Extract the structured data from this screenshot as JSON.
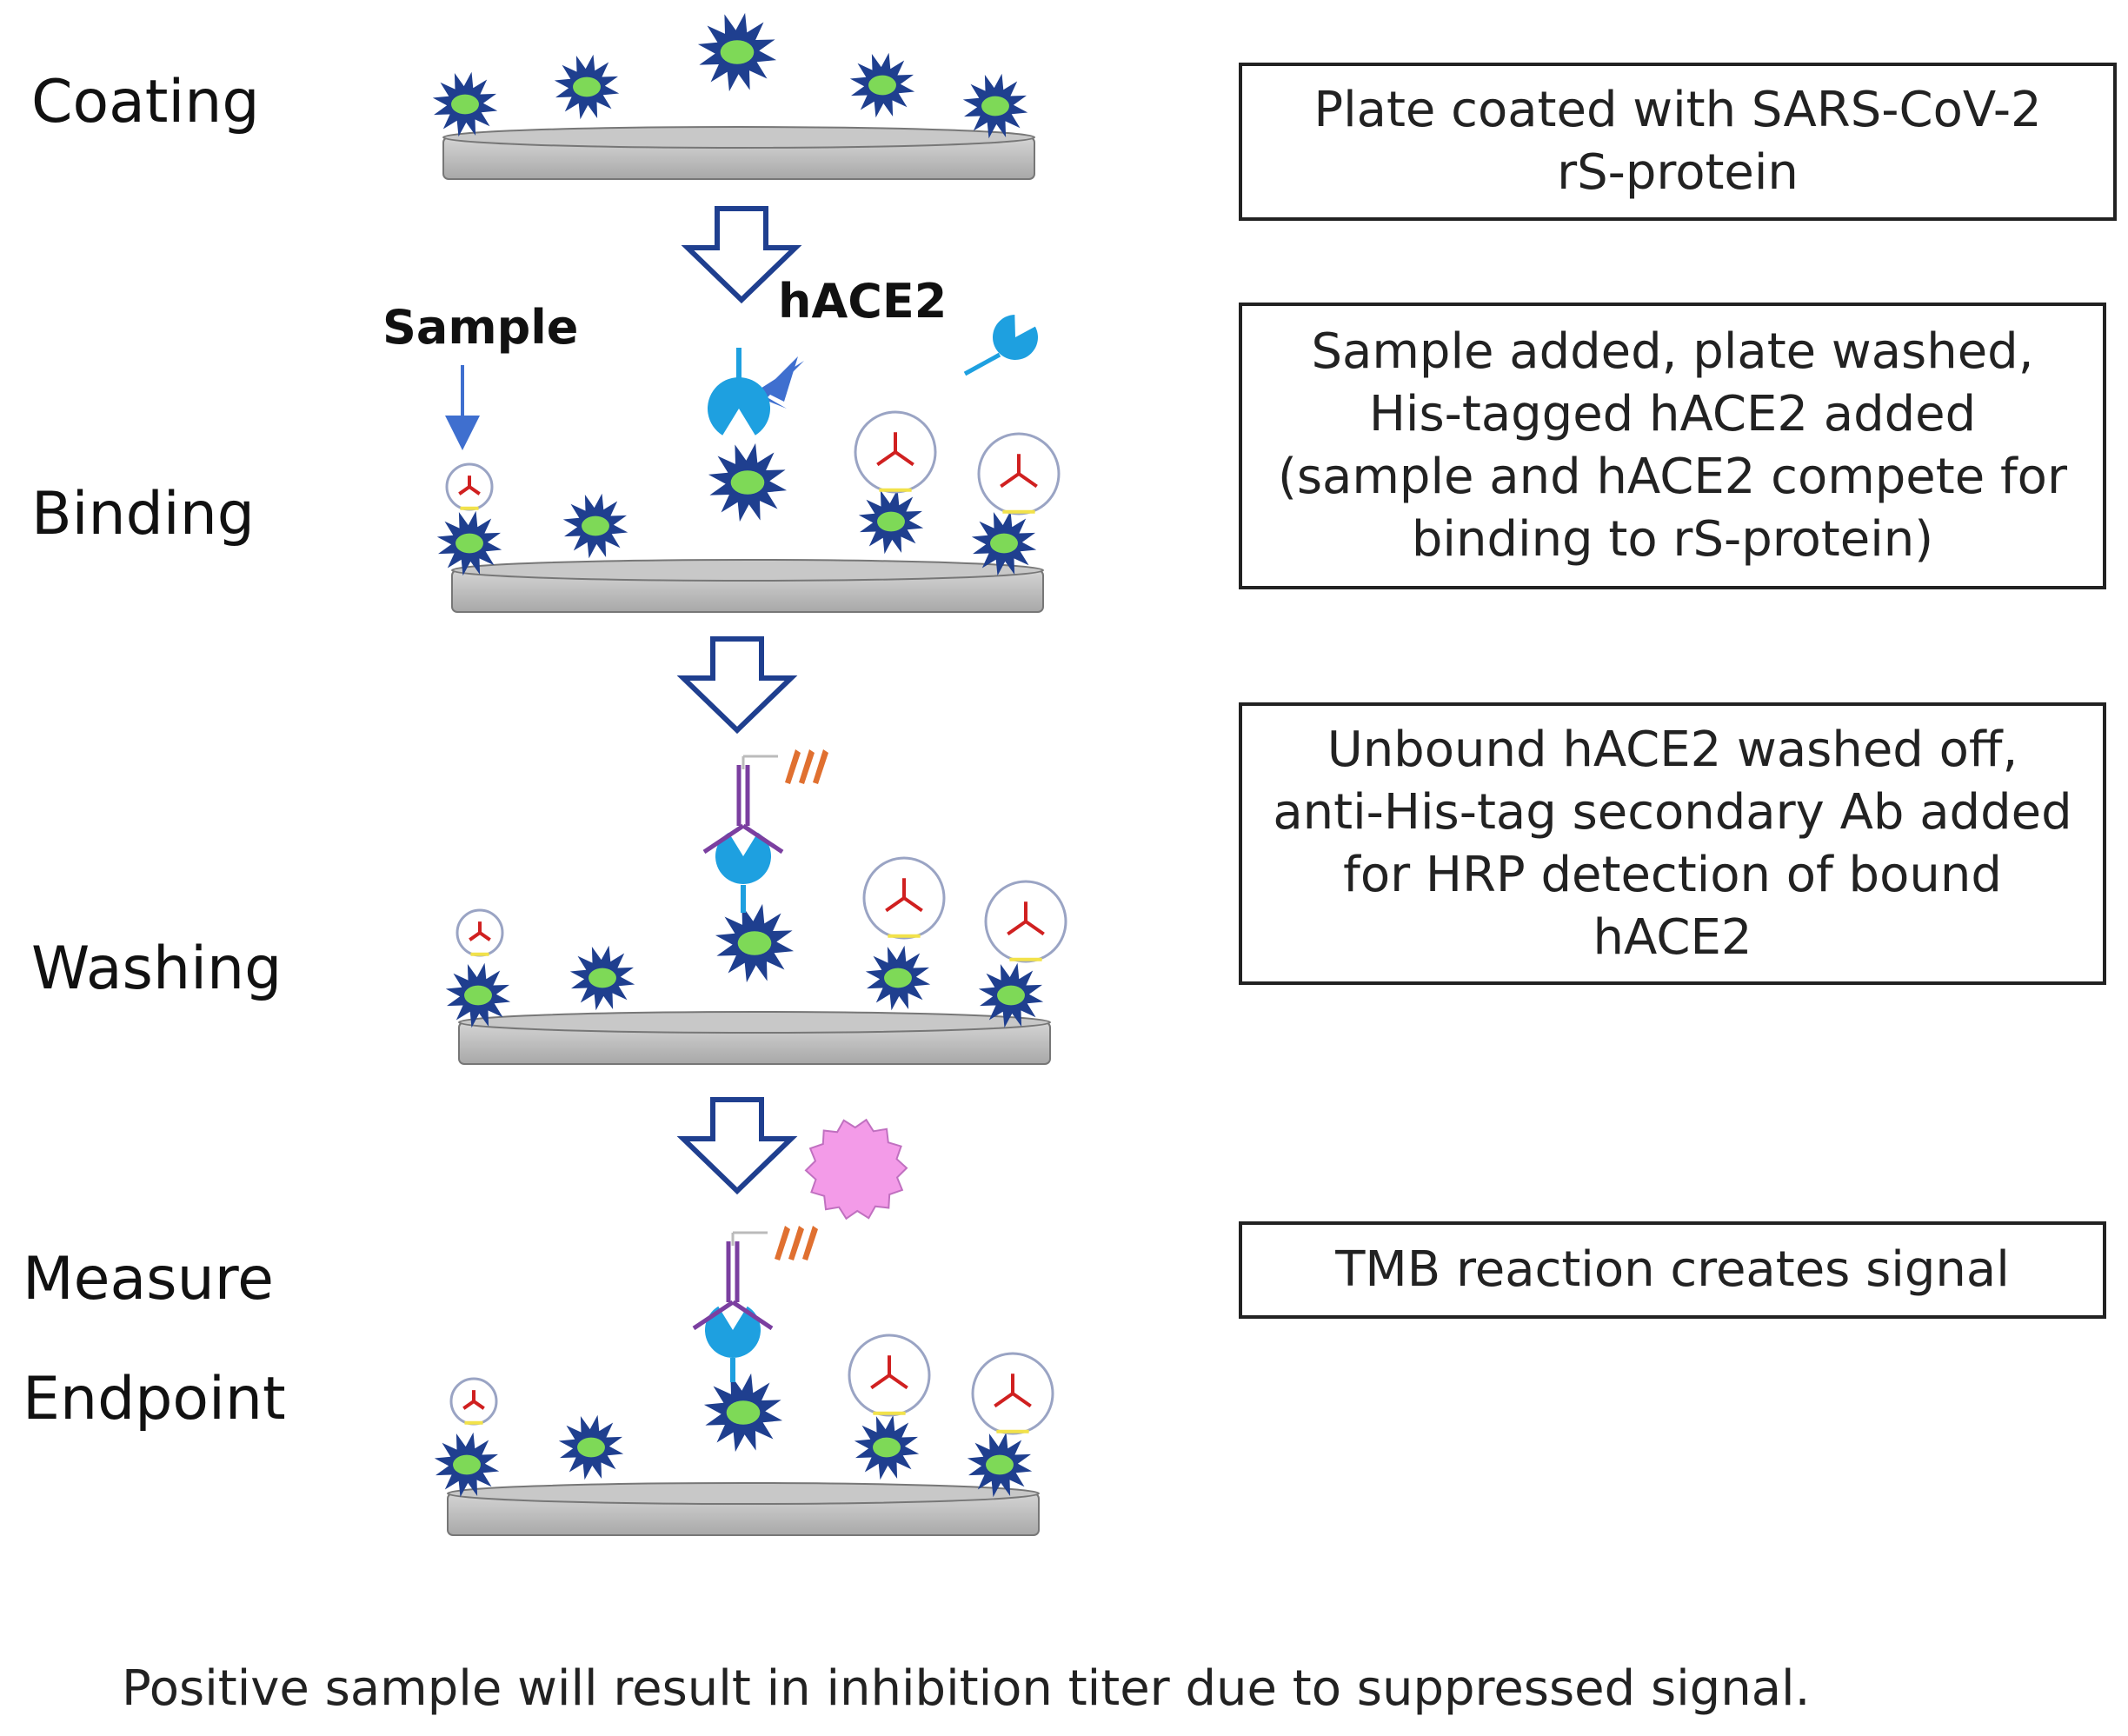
{
  "steps": {
    "coating": "Coating",
    "binding": "Binding",
    "washing": "Washing",
    "measure": "Measure",
    "endpoint": "Endpoint"
  },
  "annotations": {
    "sample": "Sample",
    "hace2": "hACE2"
  },
  "descriptions": {
    "coating": [
      "Plate coated with SARS-CoV-2",
      "rS-protein"
    ],
    "binding": [
      "Sample added, plate washed,",
      "His-tagged hACE2 added",
      "(sample and hACE2 compete for",
      "binding to rS-protein)"
    ],
    "washing": [
      "Unbound hACE2 washed off,",
      "anti-His-tag secondary Ab added",
      "for HRP detection of bound",
      "hACE2"
    ],
    "measure": [
      "TMB reaction creates signal"
    ]
  },
  "footer": "Positive sample will result in inhibition titer due to suppressed signal.",
  "colors": {
    "plate": "#b9b9b9",
    "spike": "#1f3f8f",
    "spike_core": "#7ed957",
    "arrow": "#1f3f8f",
    "receptor": "#1ea0e0",
    "antibody": "#7b3fa0",
    "hrp": "#e07030",
    "signal": "#f39be8",
    "sample_ab": "#d02020"
  }
}
